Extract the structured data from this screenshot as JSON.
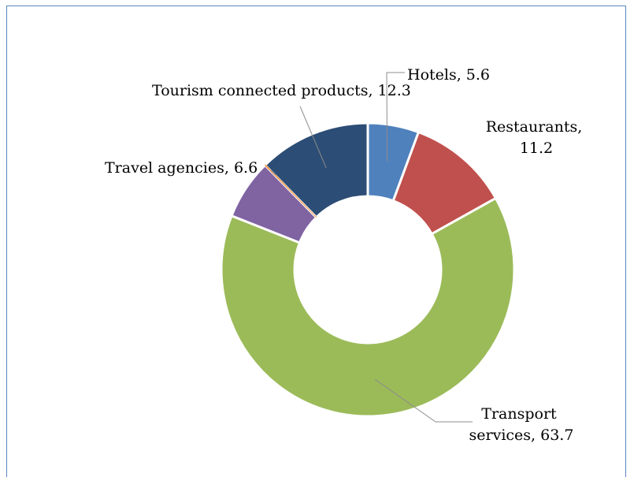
{
  "chart_data": {
    "type": "pie",
    "categories": [
      "Hotels",
      "Restaurants",
      "Transport services",
      "Travel agencies",
      "Tourism connected products"
    ],
    "values": [
      5.6,
      11.2,
      63.7,
      6.6,
      12.3
    ],
    "colors": {
      "Hotels": "#4f81bd",
      "Restaurants": "#c0504d",
      "Transport services": "#9bbb59",
      "Travel agencies": "#8064a2",
      "Tourism connected products": "#2c4d75",
      "Other": "#f79646"
    },
    "labels": {
      "hotels": [
        "Hotels, 5.6"
      ],
      "restaurants": [
        "Restaurants,",
        "11.2"
      ],
      "transport": [
        "Transport",
        "services, 63.7"
      ],
      "travel": [
        "Travel agencies, 6.6"
      ],
      "tourism": [
        "Tourism connected products, 12.3"
      ]
    },
    "donut": true
  }
}
